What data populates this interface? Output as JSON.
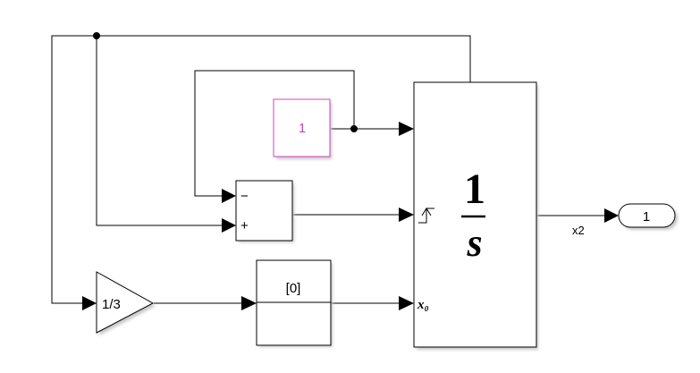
{
  "blocks": {
    "constant": {
      "value": "1",
      "color": "#d040c0"
    },
    "sum": {
      "sign_top": "−",
      "sign_bottom": "+"
    },
    "gain": {
      "value": "1/3"
    },
    "ic": {
      "value": "[0]"
    },
    "integrator": {
      "numerator": "1",
      "denominator": "s",
      "x0_label": "x₀"
    },
    "outport": {
      "number": "1"
    }
  },
  "signals": {
    "output_label": "x2"
  }
}
